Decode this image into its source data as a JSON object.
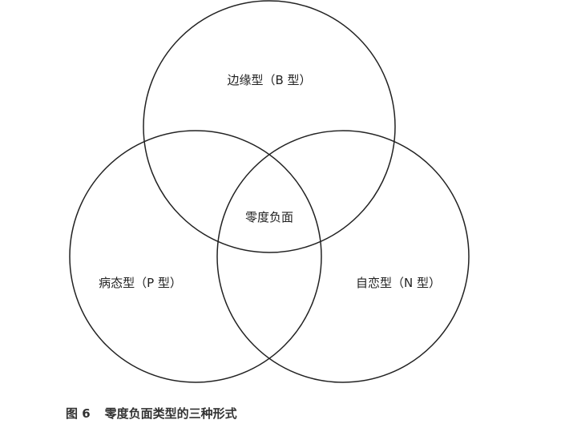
{
  "diagram": {
    "sets": [
      {
        "id": "B",
        "label": "边缘型（B 型）"
      },
      {
        "id": "P",
        "label": "病态型（P 型）"
      },
      {
        "id": "N",
        "label": "自恋型（N 型）"
      }
    ],
    "intersection_label": "零度负面",
    "stroke_color": "#222222"
  },
  "caption": {
    "figure": "图 6",
    "text": "零度负面类型的三种形式"
  }
}
